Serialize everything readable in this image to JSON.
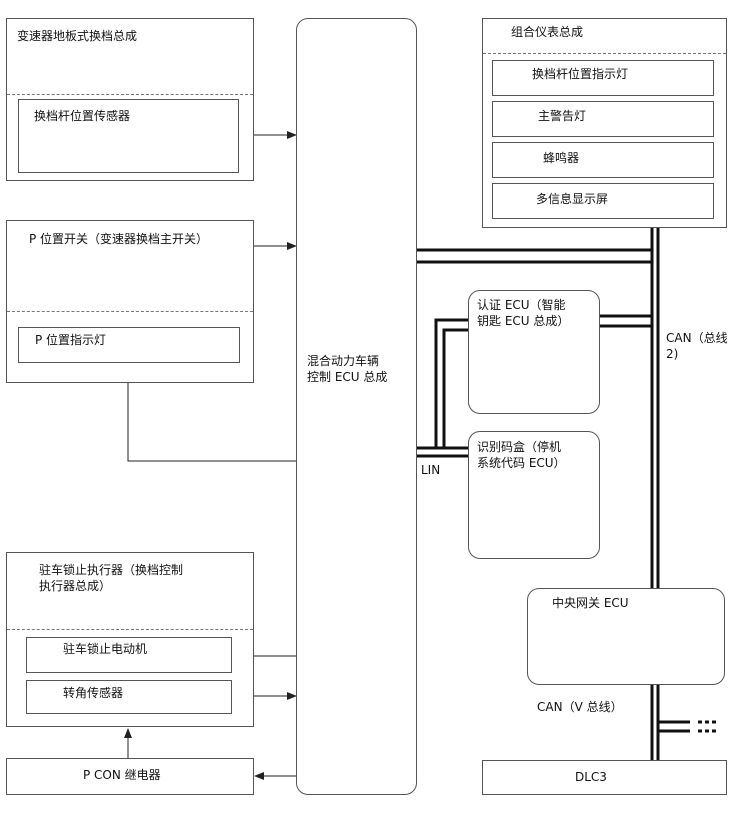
{
  "shift_assembly": {
    "title": "变速器地板式换档总成",
    "sensor": "换档杆位置传感器"
  },
  "p_switch": {
    "title": "P 位置开关（变速器换档主开关）",
    "indicator": "P 位置指示灯"
  },
  "parking_actuator": {
    "title": "驻车锁止执行器（换档控制\n执行器总成）",
    "motor": "驻车锁止电动机",
    "angle_sensor": "转角传感器"
  },
  "pcon_relay": "P CON 继电器",
  "hybrid_ecu": "混合动力车辆\n控制 ECU 总成",
  "combination_meter": {
    "title": "组合仪表总成",
    "items": [
      "换档杆位置指示灯",
      "主警告灯",
      "蜂鸣器",
      "多信息显示屏"
    ]
  },
  "auth_ecu": "认证 ECU（智能\n钥匙 ECU 总成）",
  "immobiliser": "识别码盒（停机\n系统代码 ECU）",
  "lin_label": "LIN",
  "can2_label": "CAN（总线\n2)",
  "gateway_ecu": "中央网关 ECU",
  "canv_label": "CAN（V 总线）",
  "dlc3": "DLC3"
}
